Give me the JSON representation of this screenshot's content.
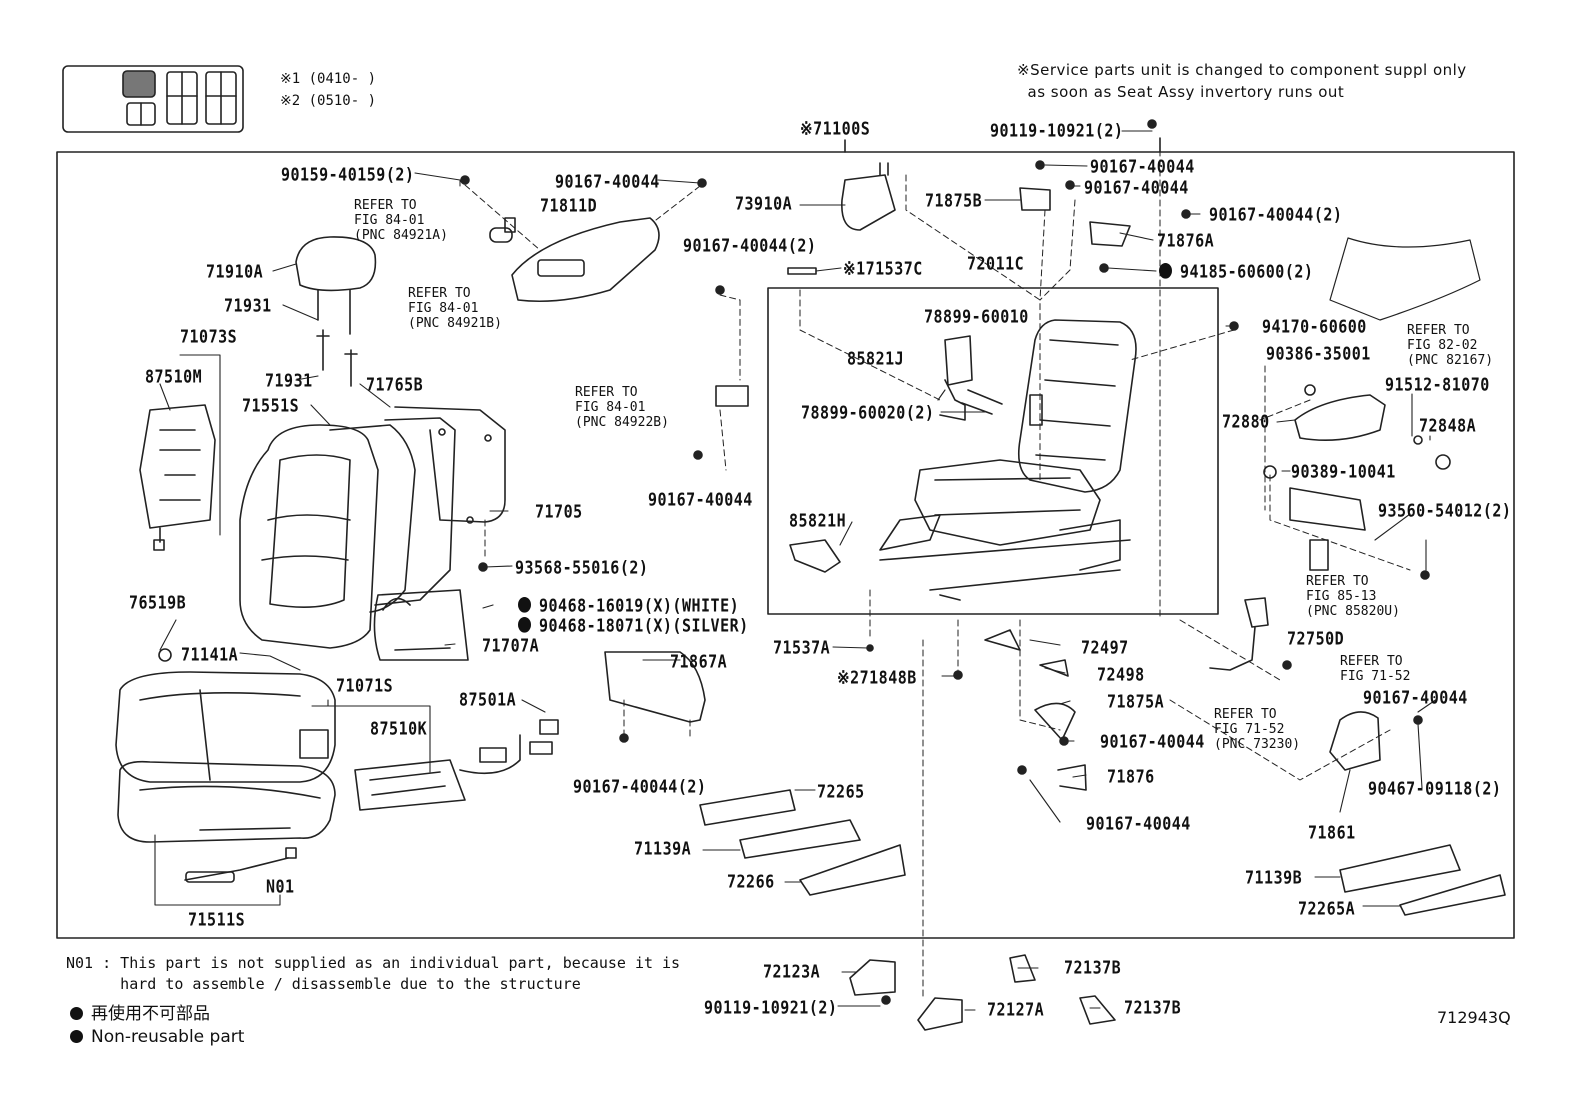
{
  "header": {
    "legend_line1": "※1 (0410-     )",
    "legend_line2": "※2 (0510-     )",
    "service_note": "※Service parts unit is changed to component suppl only\n  as soon as Seat Assy invertory runs out"
  },
  "assembly": {
    "main": "※71100S"
  },
  "parts": {
    "p90119_10921_top": "90119-10921(2)",
    "p90167_a": "90167-40044",
    "p90167_b": "90167-40044",
    "p90167_c": "90167-40044(2)",
    "p71875B": "71875B",
    "p71876A": "71876A",
    "p94185": "94185-60600(2)",
    "p94170": "94170-60600",
    "p90159": "90159-40159(2)",
    "p90167_d": "90167-40044",
    "p71811D": "71811D",
    "p73910A": "73910A",
    "p71910A": "71910A",
    "p71931_a": "71931",
    "p71931_b": "71931",
    "p90167_e": "90167-40044(2)",
    "p71537C": "※171537C",
    "p72011C": "72011C",
    "p78899_60010": "78899-60010",
    "p85821J": "85821J",
    "p78899_60020": "78899-60020(2)",
    "p90386": "90386-35001",
    "p91512": "91512-81070",
    "p72880": "72880",
    "p72848A": "72848A",
    "p90389": "90389-10041",
    "p93560": "93560-54012(2)",
    "p71073S": "71073S",
    "p87510M": "87510M",
    "p71765B": "71765B",
    "p71551S": "71551S",
    "p71705": "71705",
    "p90167_f": "90167-40044",
    "p85821H": "85821H",
    "p93568": "93568-55016(2)",
    "p76519B": "76519B",
    "p90468_a": "90468-16019(X)(WHITE)",
    "p90468_b": "90468-18071(X)(SILVER)",
    "p71707A": "71707A",
    "p71537A": "71537A",
    "p72497": "72497",
    "p72750D": "72750D",
    "p71141A": "71141A",
    "p71071S": "71071S",
    "p71867A": "71867A",
    "p71848B": "※271848B",
    "p72498": "72498",
    "p87501A": "87501A",
    "p87510K": "87510K",
    "p71875A": "71875A",
    "p90167_g": "90167-40044",
    "p90167_h": "90167-40044",
    "p90467": "90467-09118(2)",
    "p90167_i": "90167-40044(2)",
    "p71876": "71876",
    "p90167_j": "90167-40044",
    "p72265": "72265",
    "p71861": "71861",
    "p71139A": "71139A",
    "p72266": "72266",
    "p71139B": "71139B",
    "pN01": "N01",
    "p72265A": "72265A",
    "p71511S": "71511S",
    "p72123A": "72123A",
    "p72137B_a": "72137B",
    "p90119_10921_bot": "90119-10921(2)",
    "p72127A": "72127A",
    "p72137B_b": "72137B"
  },
  "refs": {
    "r1": "REFER TO\nFIG 84-01\n(PNC 84921A)",
    "r2": "REFER TO\nFIG 84-01\n(PNC 84921B)",
    "r3": "REFER TO\nFIG 84-01\n(PNC 84922B)",
    "r4": "REFER TO\nFIG 82-02\n(PNC 82167)",
    "r5": "REFER TO\nFIG 85-13\n(PNC 85820U)",
    "r6": "REFER TO\nFIG 71-52",
    "r7": "REFER TO\nFIG 71-52\n(PNC 73230)"
  },
  "footer": {
    "note_n01": "N01 : This part is not supplied as an individual part, because it is\n      hard to assemble / disassemble due to the structure",
    "legend_jp": "再使用不可部品",
    "legend_en": "Non-reusable part",
    "figure_id": "712943Q"
  }
}
